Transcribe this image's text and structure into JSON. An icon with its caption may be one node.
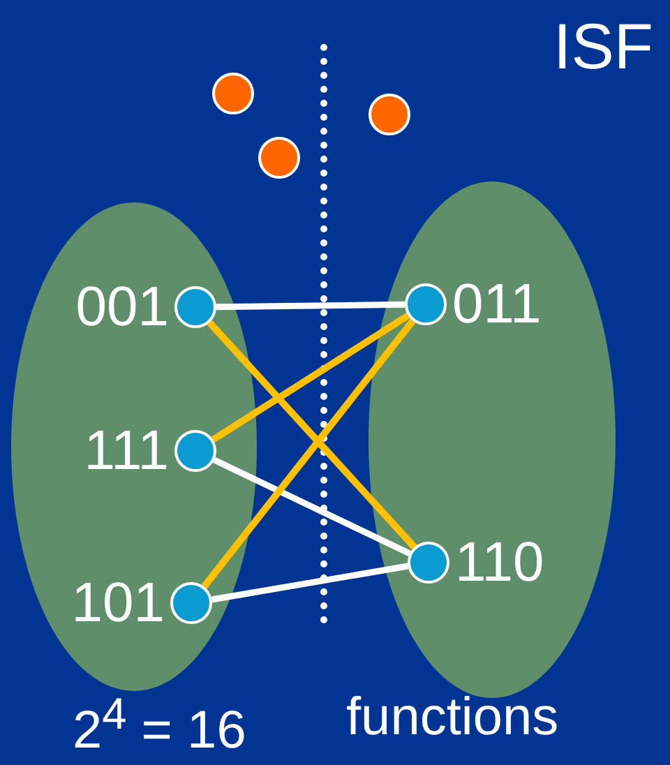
{
  "diagram": {
    "title": "ISF",
    "nodes": [
      {
        "text": [],
        "shape": "circle"
      },
      {
        "text": [],
        "shape": "circle"
      },
      {
        "text": [],
        "shape": "circle"
      },
      {
        "text": [],
        "shape": "ellipse"
      },
      {
        "text": [],
        "shape": "ellipse"
      },
      {
        "text": [],
        "shape": "circle",
        "in": 3,
        "beside": [
          "001"
        ]
      },
      {
        "text": [],
        "shape": "circle",
        "in": 4,
        "beside": [
          "011"
        ]
      },
      {
        "text": [],
        "shape": "circle",
        "in": 3,
        "beside": [
          "111"
        ]
      },
      {
        "text": [],
        "shape": "circle",
        "in": 4,
        "beside": [
          "110"
        ]
      },
      {
        "text": [],
        "shape": "circle",
        "in": 3,
        "beside": [
          "101"
        ]
      }
    ],
    "edges": [
      {
        "from": 5,
        "to": 6,
        "arrow": "none"
      },
      {
        "from": 5,
        "to": 8,
        "arrow": "none",
        "color": "#ffc000"
      },
      {
        "from": 7,
        "to": 6,
        "arrow": "none",
        "color": "#ffc000"
      },
      {
        "from": 7,
        "to": 8,
        "arrow": "none"
      },
      {
        "from": 9,
        "to": 6,
        "arrow": "none",
        "color": "#ffc000"
      },
      {
        "from": 9,
        "to": 8,
        "arrow": "none"
      }
    ],
    "labels": [
      "2$^{4}$ = 16",
      "functions"
    ]
  }
}
